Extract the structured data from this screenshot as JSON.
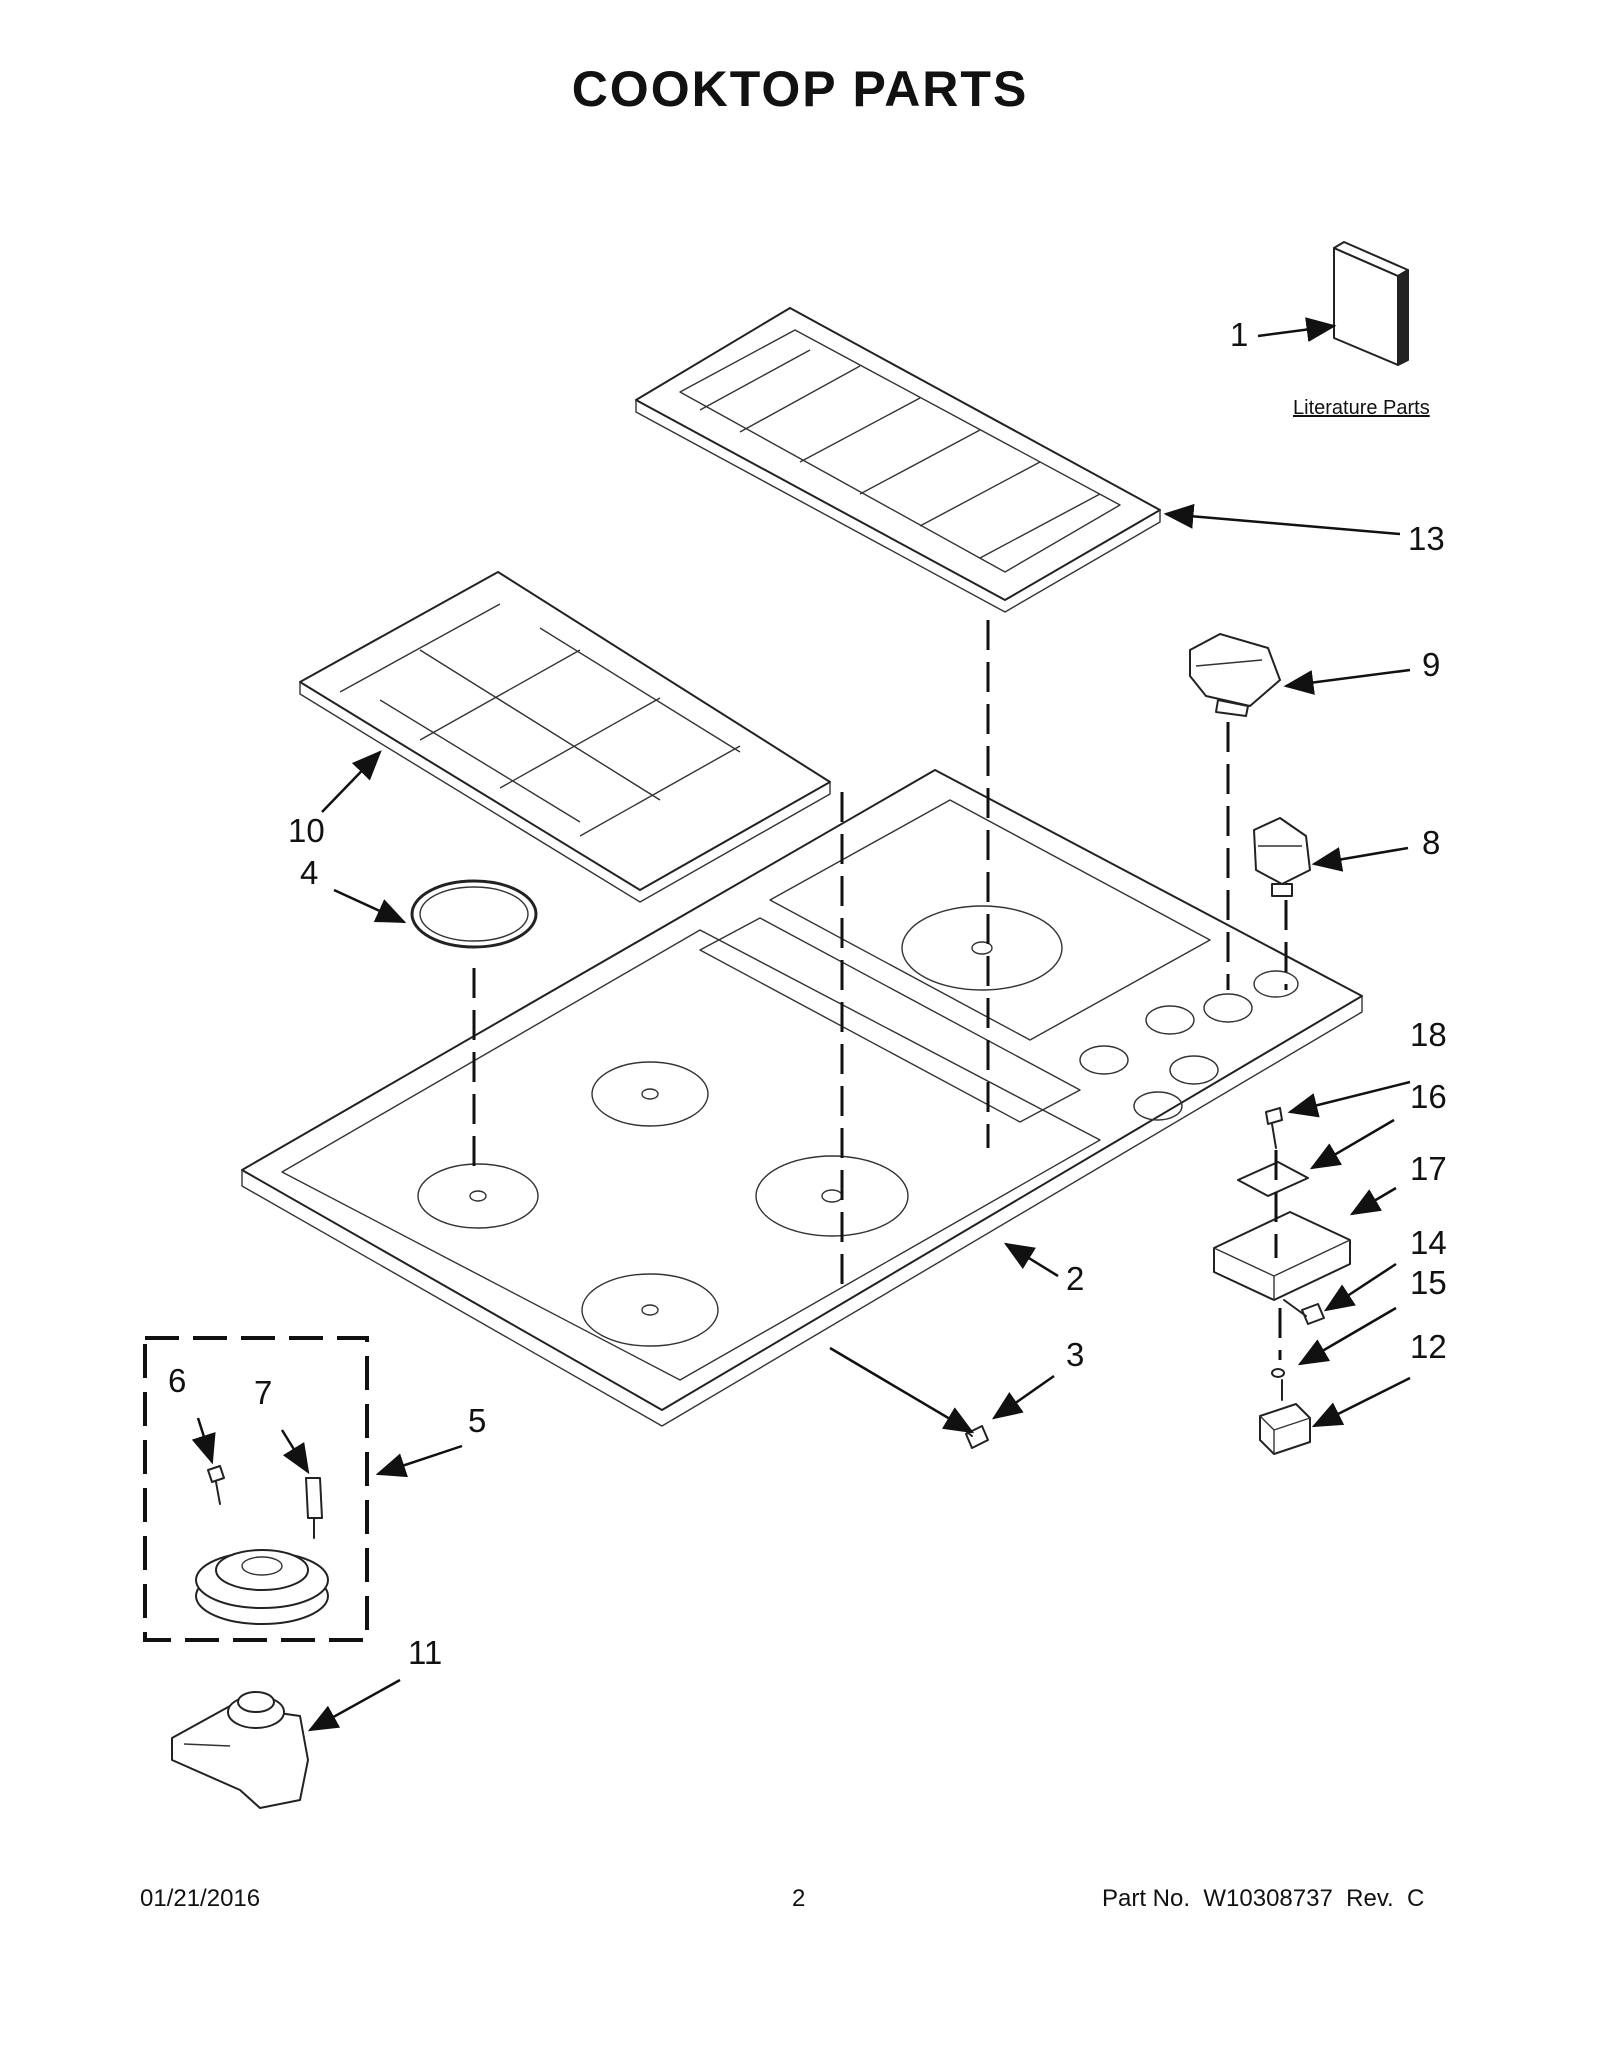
{
  "title": "COOKTOP PARTS",
  "literature_label": "Literature Parts",
  "callouts": [
    "1",
    "2",
    "3",
    "4",
    "5",
    "6",
    "7",
    "8",
    "9",
    "10",
    "11",
    "12",
    "13",
    "14",
    "15",
    "16",
    "17",
    "18"
  ],
  "footer": {
    "date": "01/21/2016",
    "page": "2",
    "part_no": "Part No.  W10308737  Rev.  C"
  }
}
